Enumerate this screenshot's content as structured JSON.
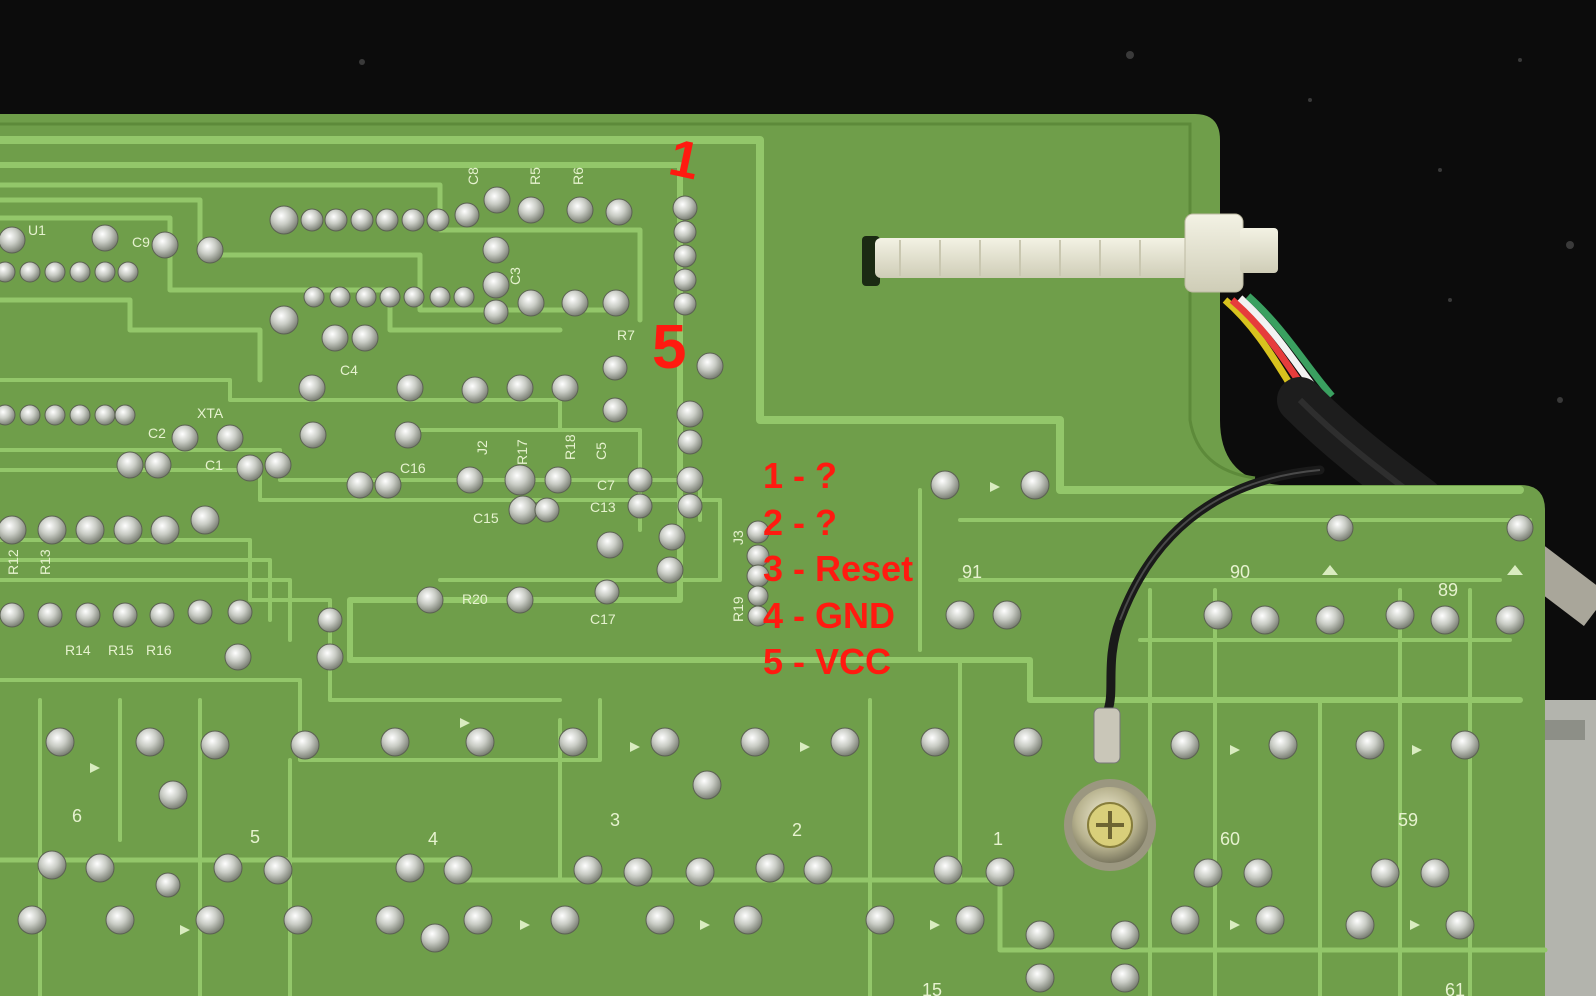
{
  "annotation": {
    "pin_markers": {
      "first": "1",
      "last": "5"
    },
    "pins": [
      {
        "number": "1",
        "label": "1 - ?"
      },
      {
        "number": "2",
        "label": "2 - ?"
      },
      {
        "number": "3",
        "label": "3 - Reset"
      },
      {
        "number": "4",
        "label": "4 - GND"
      },
      {
        "number": "5",
        "label": "5 - VCC"
      }
    ],
    "color": "#ff1a10"
  },
  "silkscreen": {
    "components": [
      {
        "id": "c8",
        "text": "C8"
      },
      {
        "id": "r5",
        "text": "R5"
      },
      {
        "id": "r6",
        "text": "R6"
      },
      {
        "id": "u1",
        "text": "U1"
      },
      {
        "id": "c9",
        "text": "C9"
      },
      {
        "id": "c3",
        "text": "C3"
      },
      {
        "id": "c4",
        "text": "C4"
      },
      {
        "id": "r7",
        "text": "R7"
      },
      {
        "id": "c2",
        "text": "C2"
      },
      {
        "id": "xta",
        "text": "XTA"
      },
      {
        "id": "c1",
        "text": "C1"
      },
      {
        "id": "j2",
        "text": "J2"
      },
      {
        "id": "r17",
        "text": "R17"
      },
      {
        "id": "r18",
        "text": "R18"
      },
      {
        "id": "c16",
        "text": "C16"
      },
      {
        "id": "c5",
        "text": "C5"
      },
      {
        "id": "c7",
        "text": "C7"
      },
      {
        "id": "c13",
        "text": "C13"
      },
      {
        "id": "c15",
        "text": "C15"
      },
      {
        "id": "j3",
        "text": "J3"
      },
      {
        "id": "r19",
        "text": "R19"
      },
      {
        "id": "r20",
        "text": "R20"
      },
      {
        "id": "c17",
        "text": "C17"
      },
      {
        "id": "r12",
        "text": "R12"
      },
      {
        "id": "r13",
        "text": "R13"
      },
      {
        "id": "r14",
        "text": "R14"
      },
      {
        "id": "r15",
        "text": "R15"
      },
      {
        "id": "r16",
        "text": "R16"
      }
    ],
    "key_numbers": [
      "91",
      "90",
      "89",
      "6",
      "5",
      "4",
      "3",
      "2",
      "1",
      "60",
      "59",
      "15",
      "61"
    ]
  },
  "colors": {
    "board": "#6f9e4a",
    "trace": "#90c466",
    "background": "#0c0c0c"
  }
}
